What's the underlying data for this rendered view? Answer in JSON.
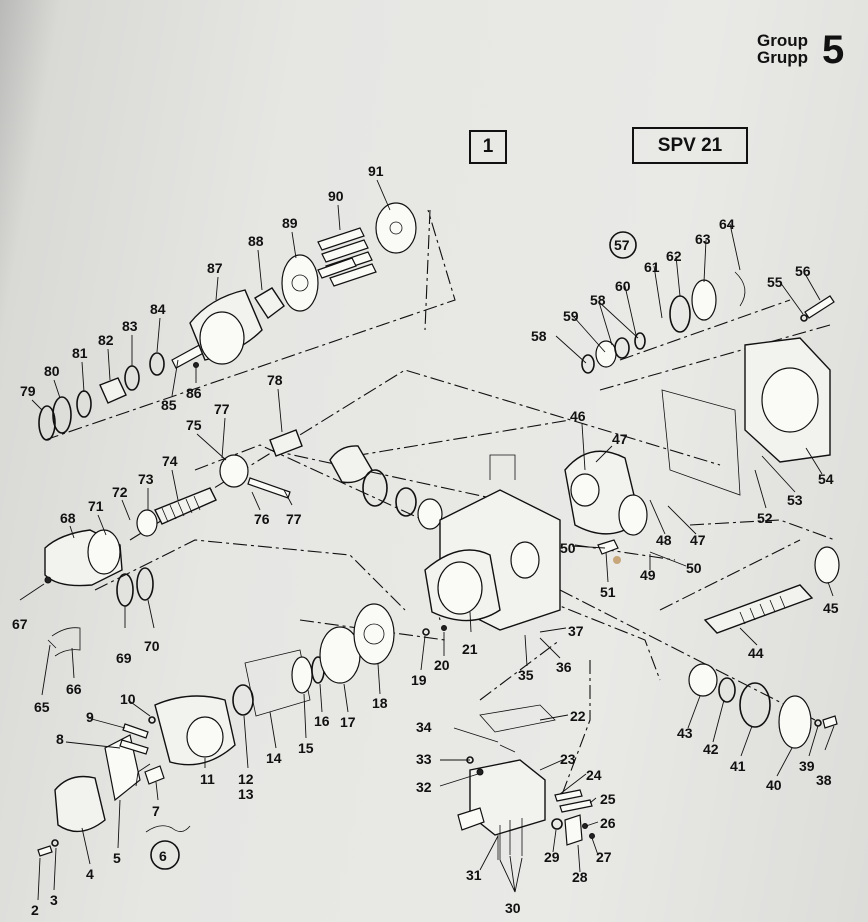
{
  "header": {
    "group_label_line1": "Group",
    "group_label_line2": "Grupp",
    "group_number": "5",
    "sheet_number": "1",
    "model": "SPV 21"
  },
  "callouts": {
    "2": "2",
    "3": "3",
    "4": "4",
    "5": "5",
    "6": "6",
    "7": "7",
    "8": "8",
    "9": "9",
    "10": "10",
    "11": "11",
    "12": "12",
    "13": "13",
    "14": "14",
    "15": "15",
    "16": "16",
    "17": "17",
    "18": "18",
    "19": "19",
    "20": "20",
    "21": "21",
    "22": "22",
    "23": "23",
    "24": "24",
    "25": "25",
    "26": "26",
    "27": "27",
    "28": "28",
    "29": "29",
    "30": "30",
    "31": "31",
    "32": "32",
    "33": "33",
    "34": "34",
    "35": "35",
    "36": "36",
    "37": "37",
    "38": "38",
    "39": "39",
    "40": "40",
    "41": "41",
    "42": "42",
    "43": "43",
    "44": "44",
    "45": "45",
    "46": "46",
    "47": "47",
    "48": "48",
    "49": "49",
    "50": "50",
    "51": "51",
    "52": "52",
    "53": "53",
    "54": "54",
    "55": "55",
    "56": "56",
    "57": "57",
    "58": "58",
    "59": "59",
    "60": "60",
    "61": "61",
    "62": "62",
    "63": "63",
    "64": "64",
    "65": "65",
    "66": "66",
    "67": "67",
    "68": "68",
    "69": "69",
    "70": "70",
    "71": "71",
    "72": "72",
    "73": "73",
    "74": "74",
    "75": "75",
    "76": "76",
    "77": "77",
    "78": "78",
    "79": "79",
    "80": "80",
    "81": "81",
    "82": "82",
    "83": "83",
    "84": "84",
    "85": "85",
    "86": "86",
    "87": "87",
    "88": "88",
    "89": "89",
    "90": "90",
    "91": "91"
  }
}
